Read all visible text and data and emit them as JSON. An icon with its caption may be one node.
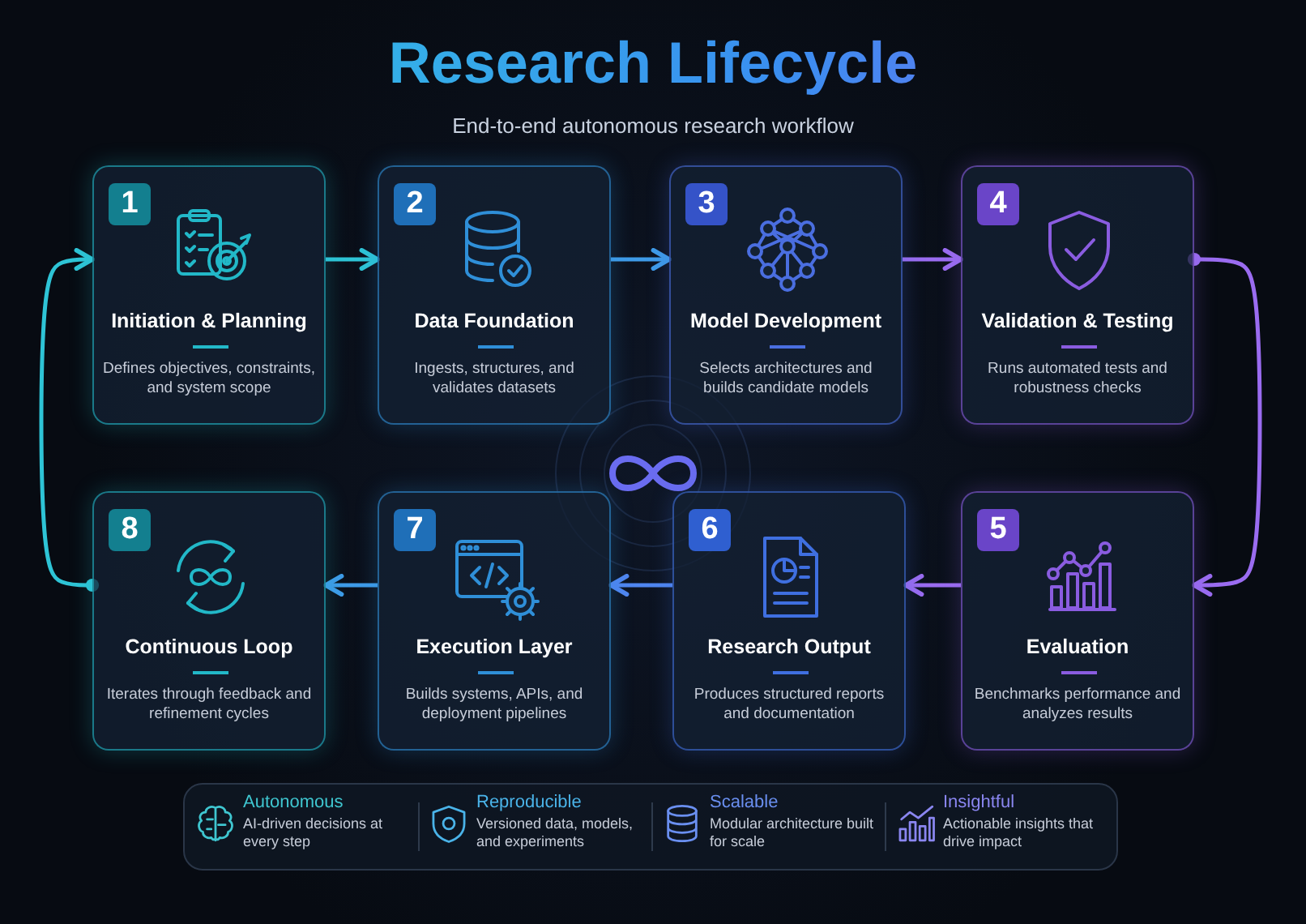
{
  "diagram": {
    "title": "Research Lifecycle",
    "caption": "End-to-end autonomous research workflow",
    "nodes": [
      {
        "text": [
          "1",
          "Initiation & Planning",
          "Defines objectives, constraints, and system scope"
        ]
      },
      {
        "text": [
          "2",
          "Data Foundation",
          "Ingests, structures, and validates datasets"
        ]
      },
      {
        "text": [
          "3",
          "Model Development",
          "Selects architectures and builds candidate models"
        ]
      },
      {
        "text": [
          "4",
          "Validation & Testing",
          "Runs automated tests and robustness checks"
        ]
      },
      {
        "text": [
          "5",
          "Evaluation",
          "Benchmarks performance and analyzes results"
        ]
      },
      {
        "text": [
          "6",
          "Research Output",
          "Produces structured reports and documentation"
        ]
      },
      {
        "text": [
          "7",
          "Execution Layer",
          "Builds systems, APIs, and deployment pipelines"
        ]
      },
      {
        "text": [
          "8",
          "Continuous Loop",
          "Iterates through feedback and refinement cycles"
        ]
      }
    ],
    "edges": [
      {
        "from": 0,
        "to": 1,
        "arrow": "to",
        "color": "#2ec4d6"
      },
      {
        "from": 1,
        "to": 2,
        "arrow": "to",
        "color": "#3e9be8"
      },
      {
        "from": 2,
        "to": 3,
        "arrow": "to",
        "color": "#9a6cf0"
      },
      {
        "from": 3,
        "to": 4,
        "arrow": "to",
        "color": "#9a6cf0"
      },
      {
        "from": 4,
        "to": 5,
        "arrow": "to",
        "color": "#9a6cf0"
      },
      {
        "from": 5,
        "to": 6,
        "arrow": "to",
        "color": "#4f86f0"
      },
      {
        "from": 6,
        "to": 7,
        "arrow": "to",
        "color": "#3e9be8"
      },
      {
        "from": 7,
        "to": 0,
        "arrow": "to",
        "color": "#2ec4d6"
      }
    ],
    "labels": [
      "Autonomous",
      "AI-driven decisions at every step",
      "Reproducible",
      "Versioned data, models, and experiments",
      "Scalable",
      "Modular architecture built for scale",
      "Insightful",
      "Actionable insights that drive impact"
    ]
  }
}
